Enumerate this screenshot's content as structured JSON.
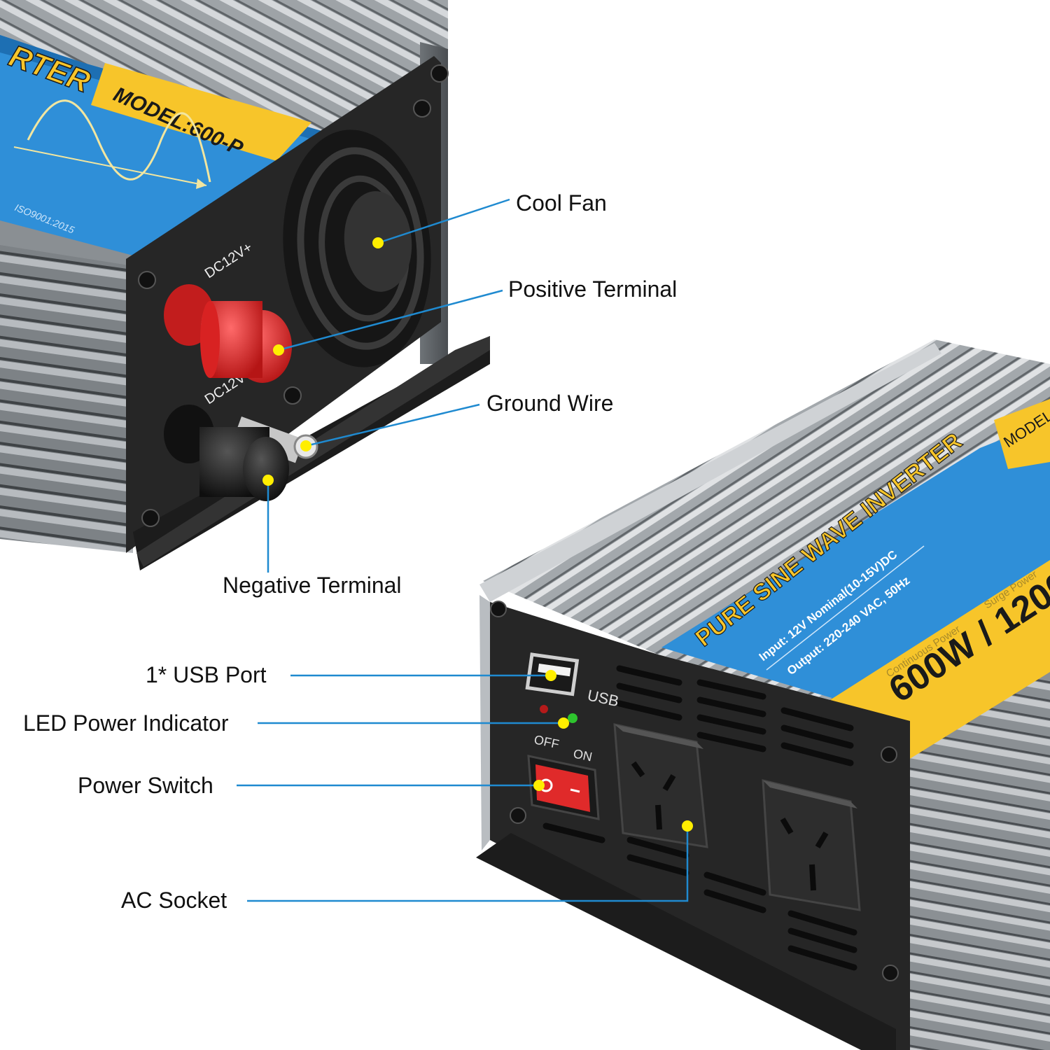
{
  "callouts": {
    "cool_fan": "Cool Fan",
    "positive_terminal": "Positive Terminal",
    "ground_wire": "Ground Wire",
    "negative_terminal": "Negative Terminal",
    "usb_port": "1* USB Port",
    "led_indicator": "LED Power Indicator",
    "power_switch": "Power Switch",
    "ac_socket": "AC Socket"
  },
  "device_top": {
    "label_partial": "RTER",
    "model": "MODEL:600-P",
    "certification": "ISO9001:2015",
    "pos_terminal_label": "DC12V+",
    "neg_terminal_label": "DC12V-"
  },
  "device_bottom": {
    "title": "PURE SINE WAVE INVERTER",
    "model_partial": "MODEL",
    "input": "Input: 12V Nominal(10-15V)DC",
    "output": "Output: 220-240 VAC, 50Hz",
    "continuous_label": "Continuous Power",
    "surge_label": "Surge Power",
    "power_rating": "600W / 1200",
    "usb_label": "USB",
    "off_label": "OFF",
    "on_label": "ON"
  },
  "colors": {
    "label_blue": "#2f8fd8",
    "label_yellow": "#f7c52a",
    "leader_line": "#1f8ad0",
    "marker_dot": "#ffee00",
    "terminal_red": "#e02a2a",
    "aluminium": "#a9adb1",
    "panel_black": "#262626"
  }
}
